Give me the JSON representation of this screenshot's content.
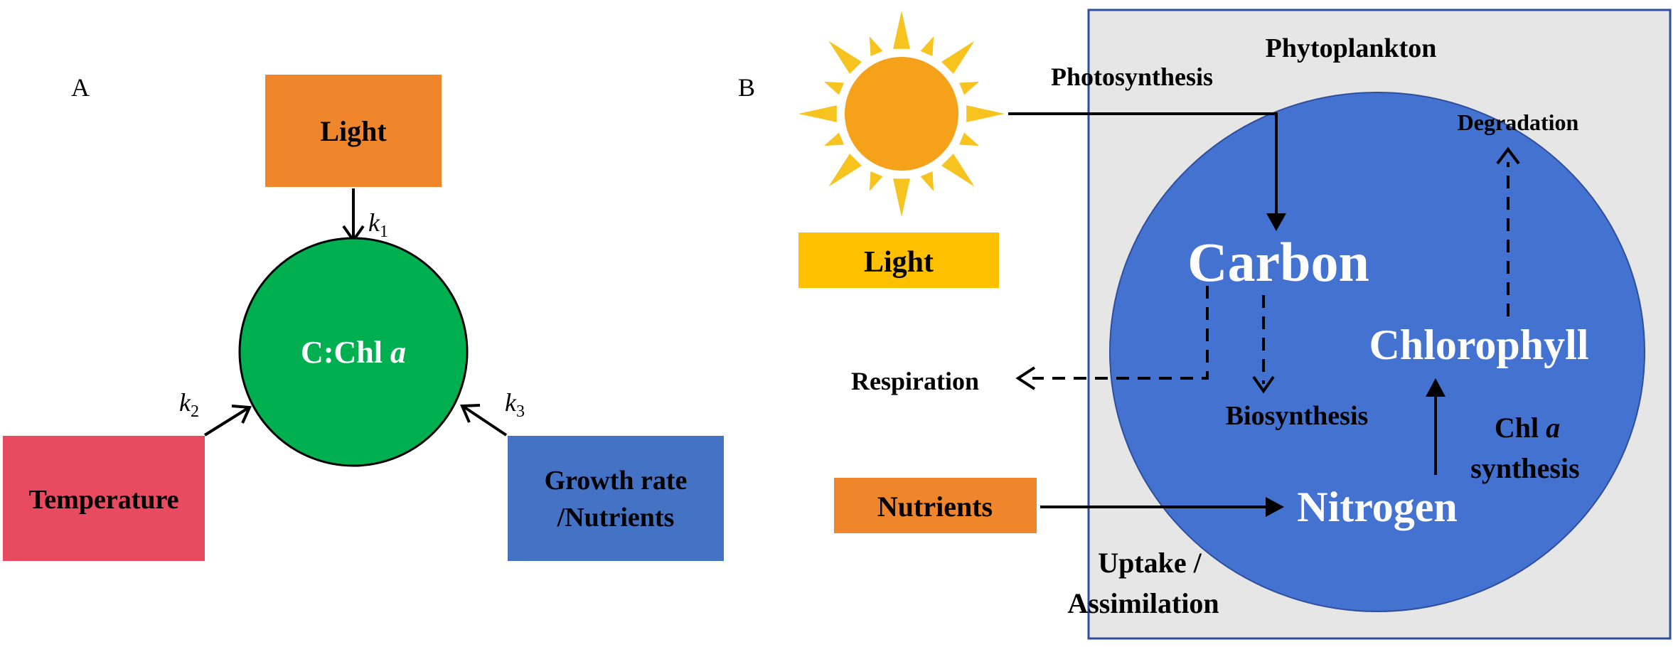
{
  "panel_a": {
    "panel_label": "A",
    "center": {
      "label_main": "C:Chl ",
      "label_italic": "a"
    },
    "light": {
      "label": "Light"
    },
    "temperature": {
      "label": "Temperature"
    },
    "growth": {
      "label_line1": "Growth rate",
      "label_line2": "/Nutrients"
    },
    "k1": {
      "italic": "k",
      "sub": "1"
    },
    "k2": {
      "italic": "k",
      "sub": "2"
    },
    "k3": {
      "italic": "k",
      "sub": "3"
    }
  },
  "panel_b": {
    "panel_label": "B",
    "light": {
      "label": "Light"
    },
    "photosynthesis": "Photosynthesis",
    "phytoplankton": "Phytoplankton",
    "carbon": "Carbon",
    "degradation": "Degradation",
    "chlorophyll": "Chlorophyll",
    "respiration": "Respiration",
    "biosynthesis": "Biosynthesis",
    "chl_synthesis": {
      "line1_main": "Chl ",
      "line1_italic": "a",
      "line2": "synthesis"
    },
    "nutrients": {
      "label": "Nutrients"
    },
    "nitrogen": "Nitrogen",
    "uptake": {
      "line1": "Uptake /",
      "line2": "Assimilation"
    }
  },
  "colors": {
    "light_orange": "#F0862B",
    "center_green": "#00B050",
    "temperature_red": "#E84A5F",
    "growth_blue": "#4472C4",
    "light_yellow": "#FFC000",
    "sun_orange": "#F5A11A",
    "sun_rays": "#F7C31E",
    "phyto_box": "#E6E6E6",
    "phyto_border": "#2F4E9E",
    "cell_blue": "#4472D0",
    "nutrients_orange": "#F0862B"
  }
}
